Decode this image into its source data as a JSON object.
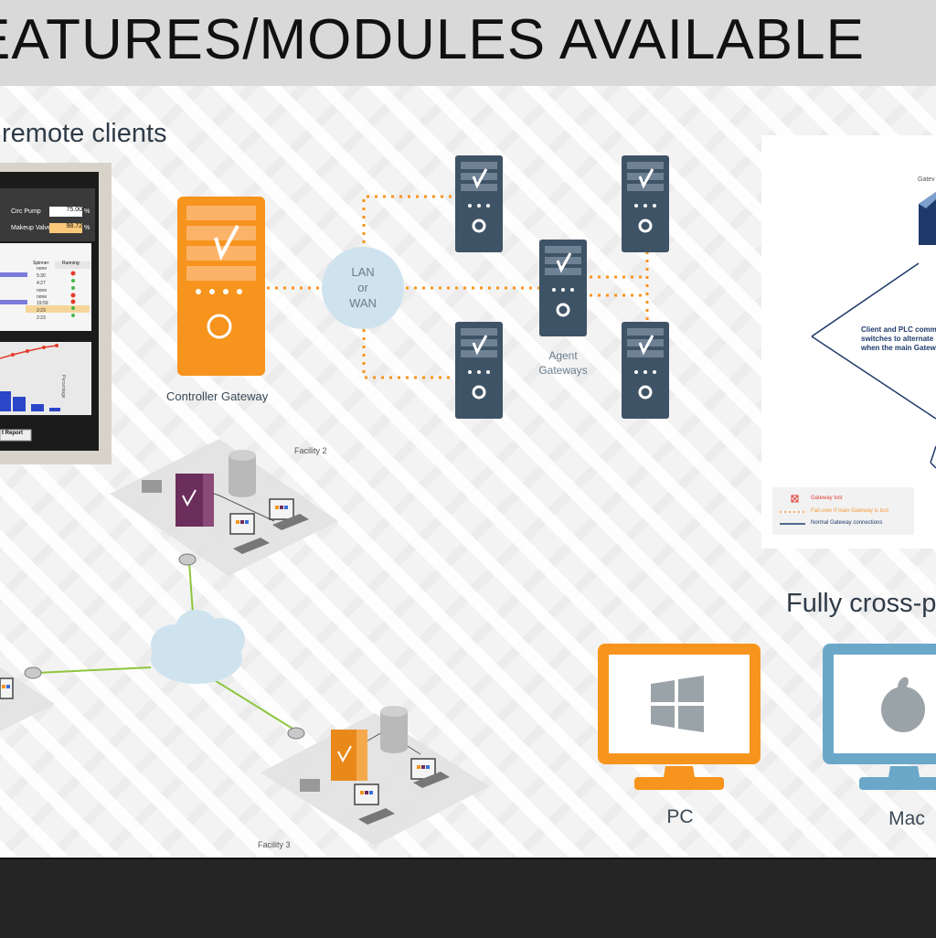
{
  "slide": {
    "title": "EATURES/MODULES AVAILABLE",
    "remote_heading": "remote clients",
    "crossplatform_heading": "Fully cross-p"
  },
  "screen_panel": {
    "rows": [
      {
        "label": "Circ Pump",
        "value": "75.00",
        "unit": "%"
      },
      {
        "label": "Makeup Valve",
        "value": "98.72",
        "unit": "%"
      }
    ],
    "table_headers": [
      "Spinner",
      "Running"
    ],
    "table_values": [
      "none",
      "5:30",
      "4:27",
      "none",
      "none",
      "19:59",
      "2:23",
      "2:23"
    ],
    "button_label": "t Report",
    "axis_label": "Percentage"
  },
  "gateway_diagram": {
    "controller_label": "Controller Gateway",
    "network_line1": "LAN",
    "network_line2": "or",
    "network_line3": "WAN",
    "agent_line1": "Agent",
    "agent_line2": "Gateways"
  },
  "facility_diagram": {
    "facility2_label": "Facility 2",
    "facility3_label": "Facility 3"
  },
  "redundancy_panel": {
    "top_label": "Gatev",
    "text_line1": "Client and PLC commu",
    "text_line2": "switches to alternate",
    "text_line3": "when the main Gatew",
    "legend": [
      {
        "label": "Gateway lost",
        "color": "#e0403a"
      },
      {
        "label": "Fail-over if main Gateway is lost",
        "color": "#f39a3a"
      },
      {
        "label": "Normal Gateway connections",
        "color": "#1e3a6b"
      }
    ]
  },
  "platforms": [
    {
      "label": "PC",
      "color": "#f7941d"
    },
    {
      "label": "Mac",
      "color": "#6aa7c9"
    }
  ],
  "colors": {
    "orange": "#f7941d",
    "dark_server": "#3f5366",
    "cloud": "#cfe3ef",
    "link_green": "#8dc63f",
    "purple": "#6b2d5b"
  }
}
